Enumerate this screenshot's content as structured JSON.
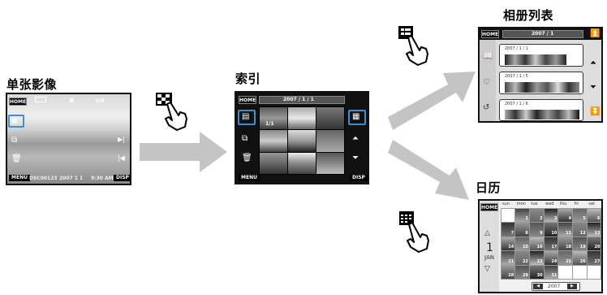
{
  "headings": {
    "single": "单张影像",
    "index": "索引",
    "album": "相册列表",
    "calendar": "日历"
  },
  "single_screen": {
    "home": "HOME",
    "counter": "8/8",
    "menu": "MENU",
    "file": "DSC00123",
    "date": "2007 1 1",
    "time": "9:30 AM",
    "disp": "DISP"
  },
  "index_screen": {
    "home": "HOME",
    "date": "2007 / 1 / 1",
    "frame_count": "1/1",
    "menu": "MENU",
    "disp": "DISP"
  },
  "album_screen": {
    "home": "HOME",
    "date": "2007 / 1",
    "entries": [
      "2007 / 1 / 1",
      "2007 / 1 / 5",
      "2007 / 1 / 6"
    ]
  },
  "calendar_screen": {
    "home": "HOME",
    "weekdays": [
      "sun",
      "mon",
      "tue",
      "wed",
      "thu",
      "fri",
      "sat"
    ],
    "day": "1",
    "month": "JAN",
    "year": "2007",
    "dates": [
      "1",
      "2",
      "3",
      "4",
      "5",
      "6",
      "7",
      "8",
      "9",
      "10",
      "11",
      "12",
      "13",
      "14",
      "15",
      "16",
      "17",
      "18",
      "19",
      "20",
      "21",
      "22",
      "23",
      "24",
      "25",
      "26",
      "27",
      "28",
      "29",
      "30",
      "31"
    ]
  },
  "colors": {
    "arrow": "#c4c4c4",
    "highlight": "#3b8fd6",
    "screen_bg": "#1a1a1a",
    "panel_bg": "#e8e8e8"
  },
  "icons": {
    "index_mode": "checkerboard-icon",
    "album_mode": "album-list-icon",
    "calendar_mode": "calendar-icon",
    "hand": "pointing-hand-icon"
  }
}
